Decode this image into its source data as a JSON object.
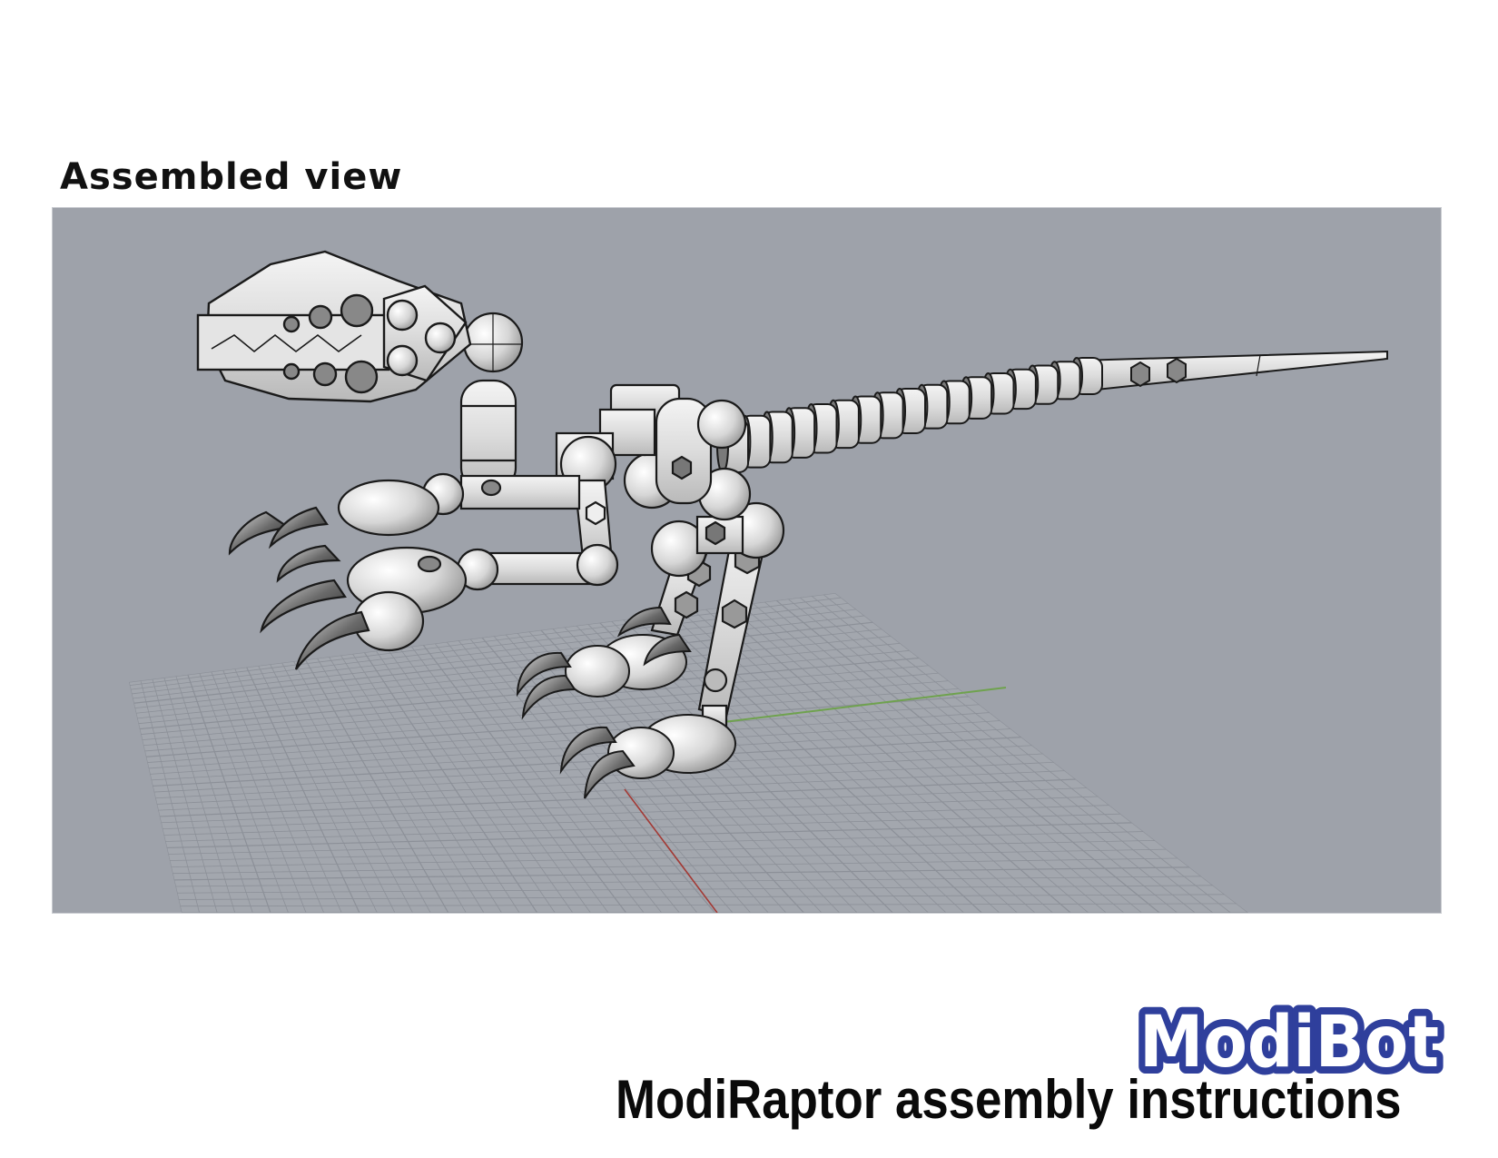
{
  "page": {
    "section_title": "Assembled view",
    "document_title": "ModiRaptor assembly instructions"
  },
  "brand": {
    "logo_text": "ModiBot",
    "logo_outline_color": "#2f3f9c",
    "logo_fill_color": "#ffffff"
  },
  "viewport": {
    "background_color": "#9ea2aa",
    "grid_color": "#8a8f97",
    "x_axis_color": "#a33a35",
    "y_axis_color": "#6fa24e",
    "model_name": "ModiRaptor",
    "view": "perspective"
  }
}
